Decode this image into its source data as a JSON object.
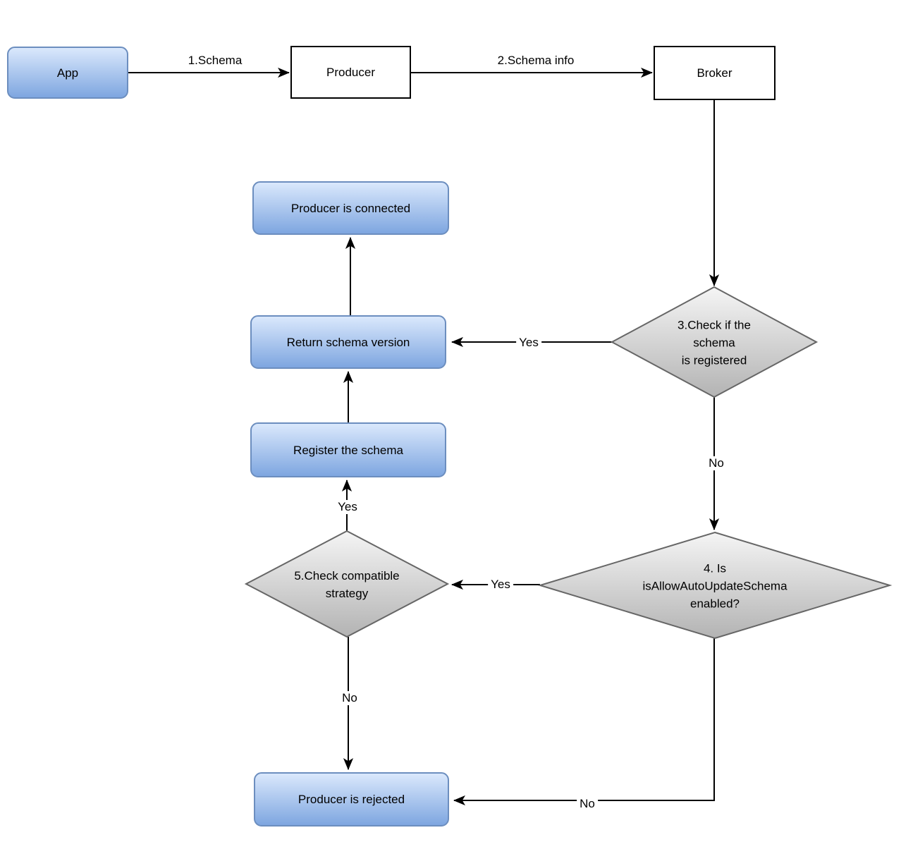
{
  "nodes": {
    "app": "App",
    "producer": "Producer",
    "broker": "Broker",
    "producer_connected": "Producer is connected",
    "return_schema_version": "Return schema version",
    "register_schema": "Register the schema",
    "decision_check_registered": "3.Check if the\nschema\nis registered",
    "decision_auto_update": "4. Is\nisAllowAutoUpdateSchema\nenabled?",
    "decision_compatible": "5.Check compatible\nstrategy",
    "producer_rejected": "Producer is rejected"
  },
  "edge_labels": {
    "app_to_producer": "1.Schema",
    "producer_to_broker": "2.Schema info",
    "registered_yes": "Yes",
    "registered_no": "No",
    "auto_update_yes": "Yes",
    "auto_update_no": "No",
    "compatible_yes": "Yes",
    "compatible_no": "No"
  },
  "colors": {
    "background": "#ffffff",
    "text": "#000000",
    "line": "#000000",
    "box_border": "#000000",
    "node_blue_top": "#dae8fc",
    "node_blue_bottom": "#7ea6e0",
    "node_blue_border": "#6c8ebf",
    "diamond_top": "#f5f5f5",
    "diamond_bottom": "#b3b3b3",
    "diamond_border": "#666666"
  }
}
